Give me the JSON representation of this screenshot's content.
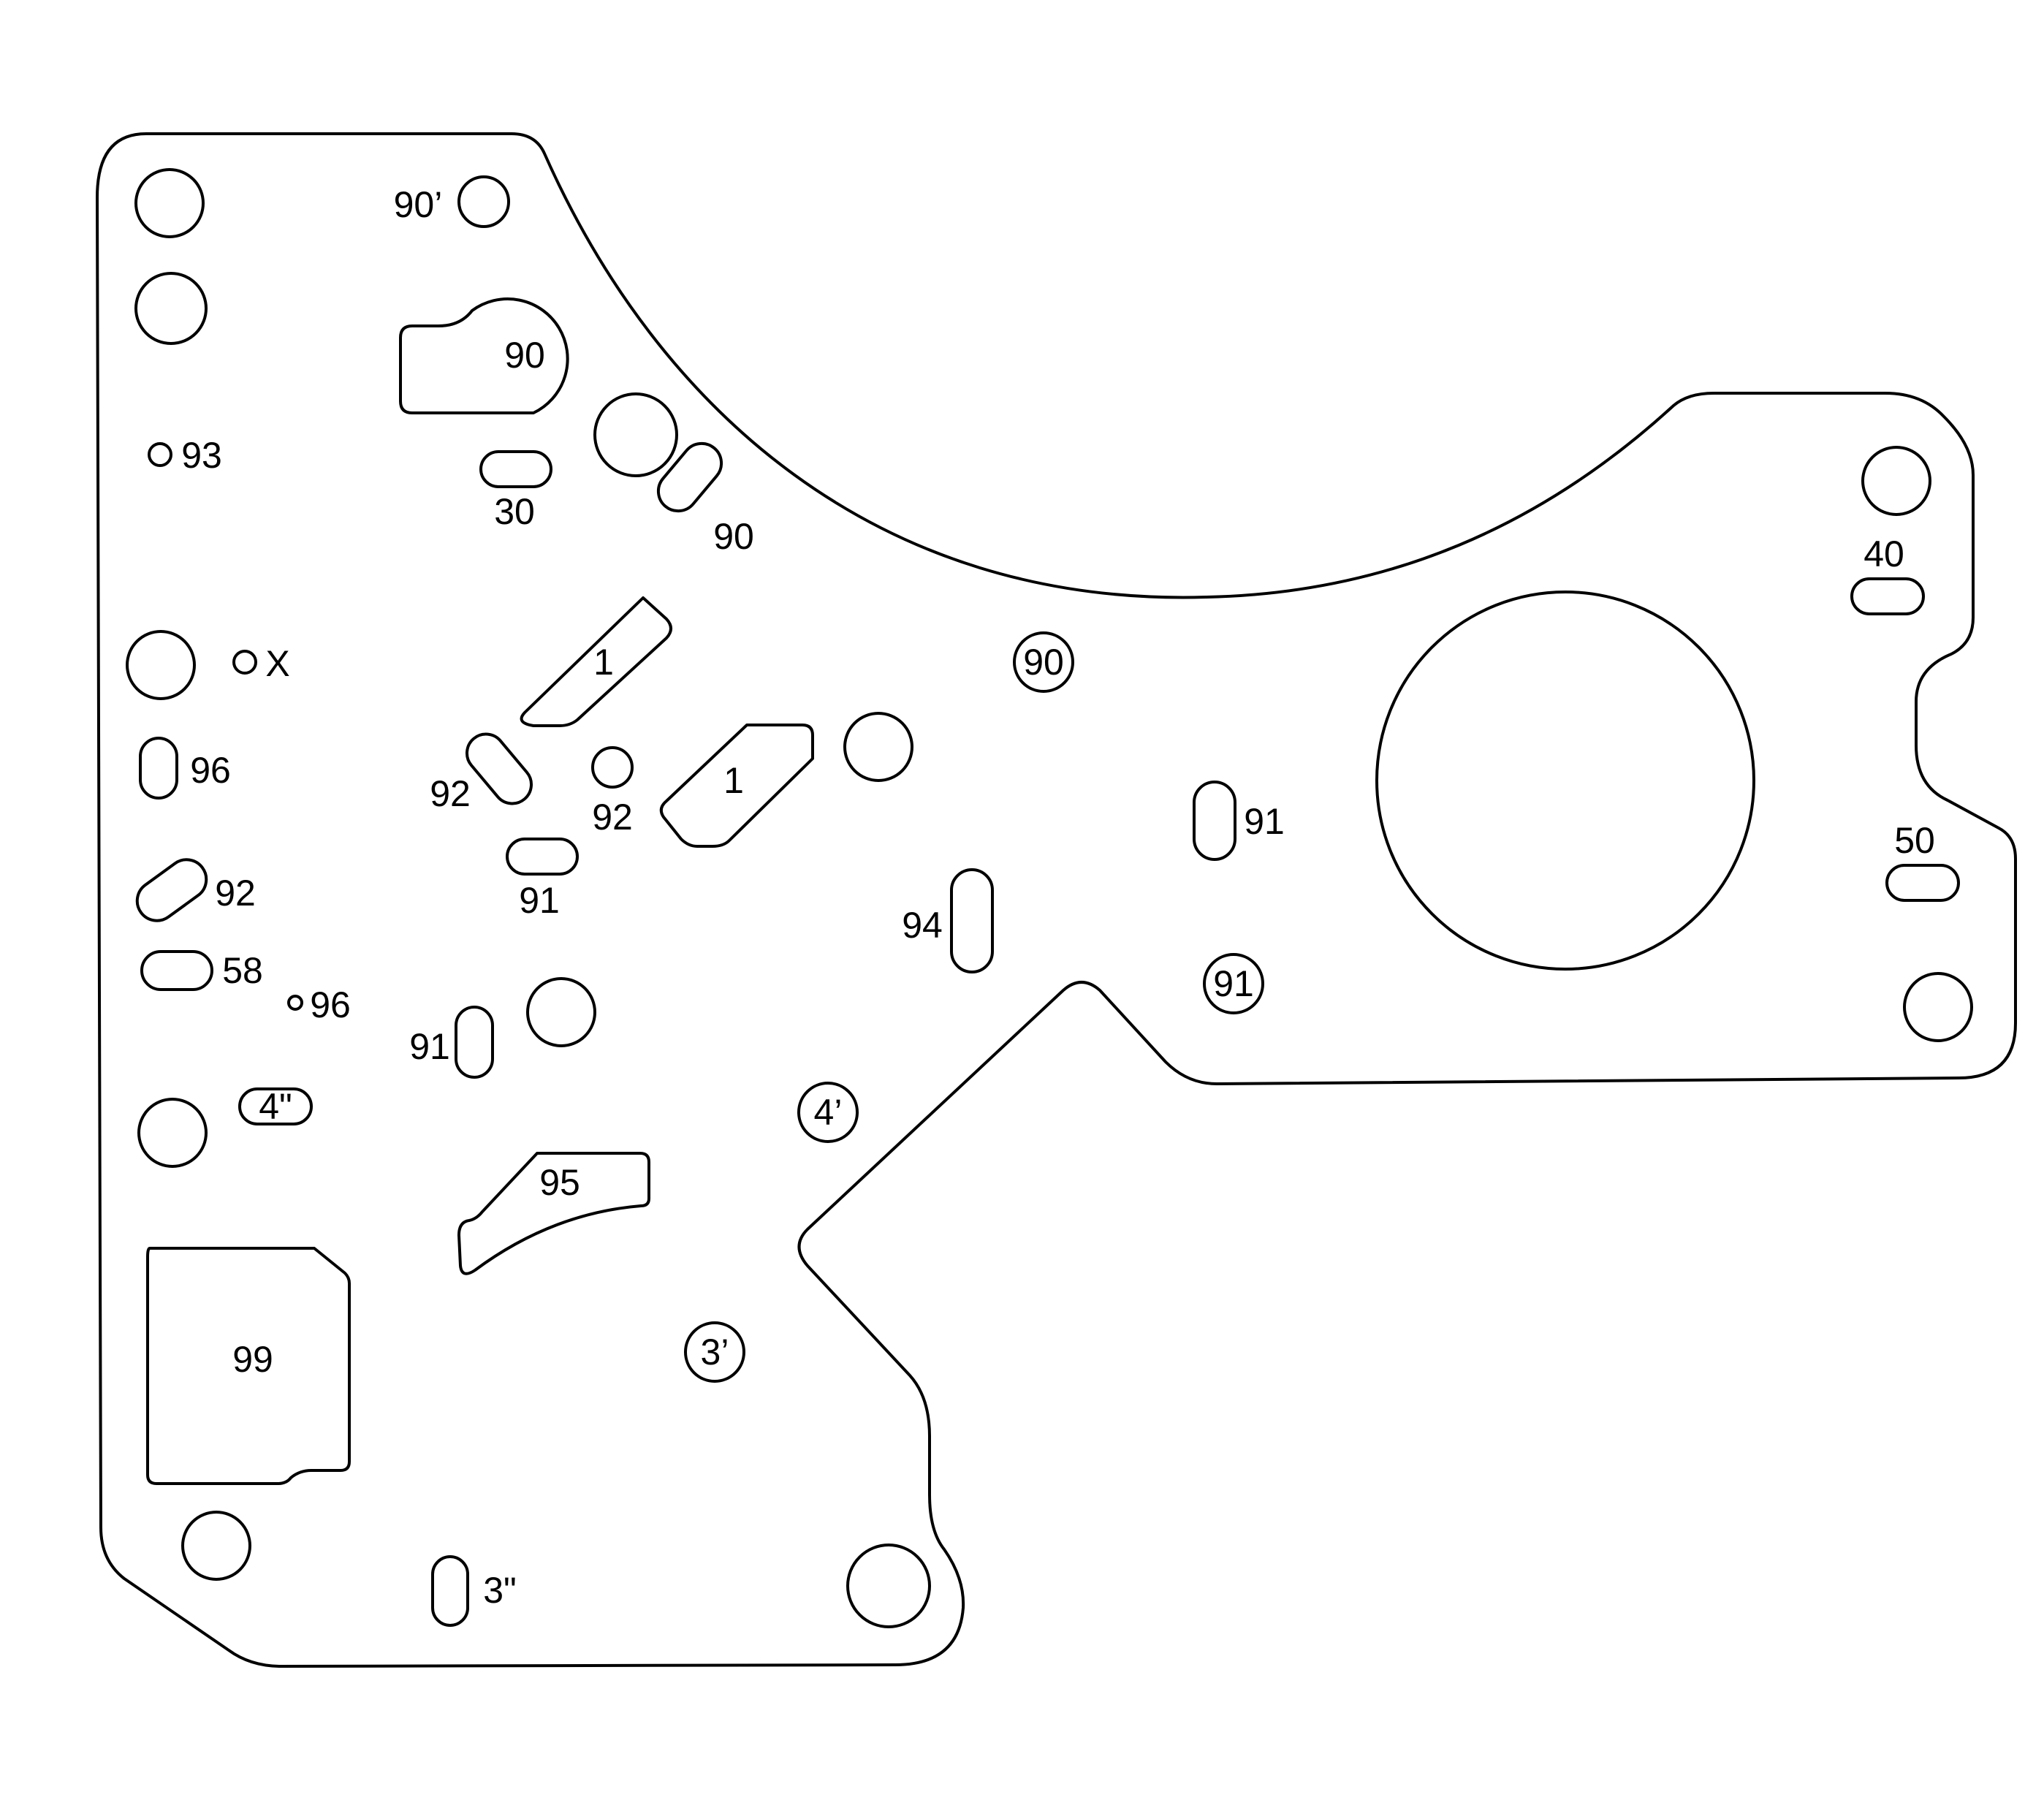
{
  "diagram": {
    "labels": {
      "l90p": "90’",
      "l90big": "90",
      "l93": "93",
      "l30": "30",
      "l90slot": "90",
      "lX": "X",
      "l1a": "1",
      "l1b": "1",
      "l90c": "90",
      "l96a": "96",
      "l92a": "92",
      "l92b": "92",
      "l92c": "92",
      "l91a": "91",
      "l91b": "91",
      "l91c": "91",
      "l91d": "91",
      "l94": "94",
      "l58": "58",
      "l96b": "96",
      "l4pp": "4\"",
      "l4p": "4’",
      "l95": "95",
      "l99": "99",
      "l3p": "3’",
      "l3pp": "3\"",
      "l40": "40",
      "l50": "50"
    }
  }
}
